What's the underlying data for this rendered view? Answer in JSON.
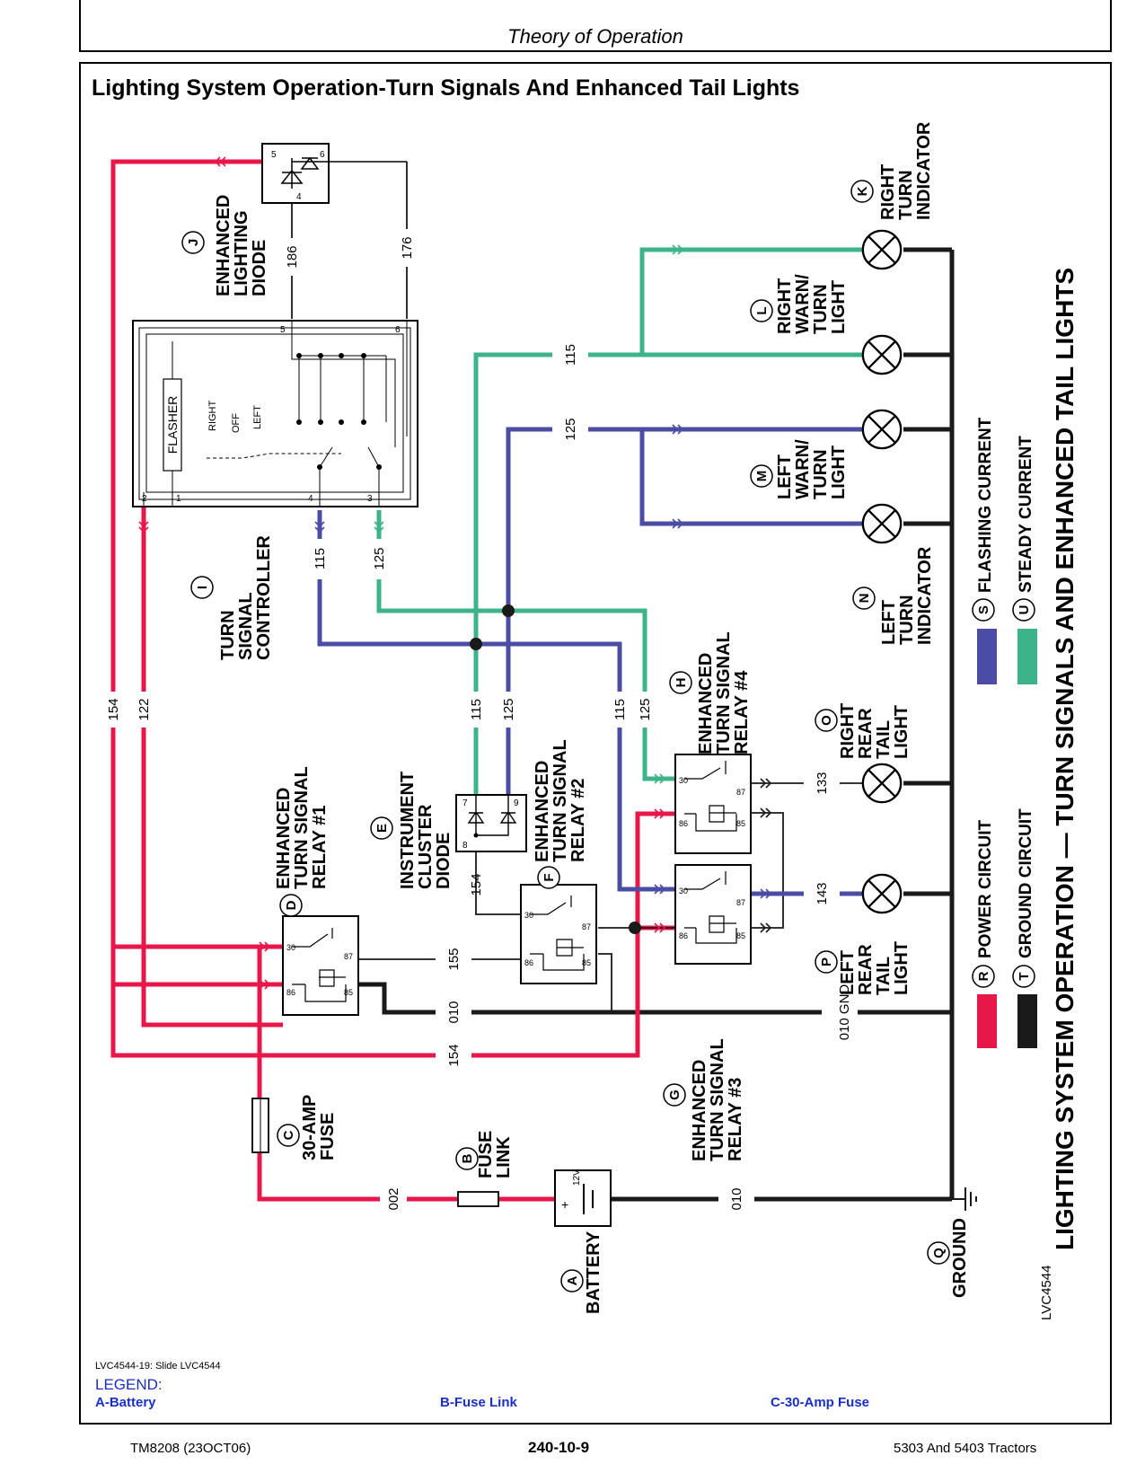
{
  "header": {
    "section": "Theory of Operation"
  },
  "title": "Lighting System Operation-Turn Signals And Enhanced Tail Lights",
  "side_title": "LIGHTING SYSTEM OPERATION — TURN SIGNALS AND ENHANCED TAIL LIGHTS",
  "figure_id": "LVC4544",
  "colors": {
    "power": "#e8174a",
    "ground": "#1a1a1a",
    "flashing": "#4b4ca6",
    "steady": "#3db38a"
  },
  "components": {
    "A": {
      "letter": "A",
      "lines": [
        "BATTERY"
      ]
    },
    "B": {
      "letter": "B",
      "lines": [
        "FUSE",
        "LINK"
      ]
    },
    "C": {
      "letter": "C",
      "lines": [
        "30-AMP",
        "FUSE"
      ]
    },
    "D": {
      "letter": "D",
      "lines": [
        "ENHANCED",
        "TURN SIGNAL",
        "RELAY #1"
      ]
    },
    "E": {
      "letter": "E",
      "lines": [
        "INSTRUMENT",
        "CLUSTER",
        "DIODE"
      ]
    },
    "F": {
      "letter": "F",
      "lines": [
        "ENHANCED",
        "TURN SIGNAL",
        "RELAY #2"
      ]
    },
    "G": {
      "letter": "G",
      "lines": [
        "ENHANCED",
        "TURN SIGNAL",
        "RELAY #3"
      ]
    },
    "H": {
      "letter": "H",
      "lines": [
        "ENHANCED",
        "TURN SIGNAL",
        "RELAY #4"
      ]
    },
    "I": {
      "letter": "I",
      "lines": [
        "TURN",
        "SIGNAL",
        "CONTROLLER"
      ]
    },
    "J": {
      "letter": "J",
      "lines": [
        "ENHANCED",
        "LIGHTING",
        "DIODE"
      ]
    },
    "K": {
      "letter": "K",
      "lines": [
        "RIGHT",
        "TURN",
        "INDICATOR"
      ]
    },
    "L": {
      "letter": "L",
      "lines": [
        "RIGHT",
        "WARN/",
        "TURN",
        "LIGHT"
      ]
    },
    "M": {
      "letter": "M",
      "lines": [
        "LEFT",
        "WARN/",
        "TURN",
        "LIGHT"
      ]
    },
    "N": {
      "letter": "N",
      "lines": [
        "LEFT",
        "TURN",
        "INDICATOR"
      ]
    },
    "O": {
      "letter": "O",
      "lines": [
        "RIGHT",
        "REAR",
        "TAIL",
        "LIGHT"
      ]
    },
    "P": {
      "letter": "P",
      "lines": [
        "LEFT",
        "REAR",
        "TAIL",
        "LIGHT"
      ]
    },
    "Q": {
      "letter": "Q",
      "lines": [
        "GROUND"
      ]
    }
  },
  "legend_key": {
    "R": {
      "letter": "R",
      "label": "POWER CIRCUIT"
    },
    "T": {
      "letter": "T",
      "label": "GROUND CIRCUIT"
    },
    "S": {
      "letter": "S",
      "label": "FLASHING CURRENT"
    },
    "U": {
      "letter": "U",
      "label": "STEADY CURRENT"
    }
  },
  "wire_numbers": {
    "w154": "154",
    "w122": "122",
    "w186": "186",
    "w176": "176",
    "w115": "115",
    "w125": "125",
    "w155": "155",
    "w010": "010",
    "w010gnd": "010 GND",
    "w002": "002",
    "w133": "133",
    "w143": "143"
  },
  "controller_labels": {
    "flasher": "FLASHER",
    "right": "RIGHT",
    "off": "OFF",
    "left": "LEFT"
  },
  "battery_label": "12V",
  "legend": {
    "ref": "LVC4544-19: Slide LVC4544",
    "title": "LEGEND:",
    "items": [
      "A-Battery",
      "B-Fuse Link",
      "C-30-Amp Fuse"
    ]
  },
  "footer": {
    "left": "TM8208 (23OCT06)",
    "center": "240-10-9",
    "right": "5303 And 5403 Tractors"
  }
}
